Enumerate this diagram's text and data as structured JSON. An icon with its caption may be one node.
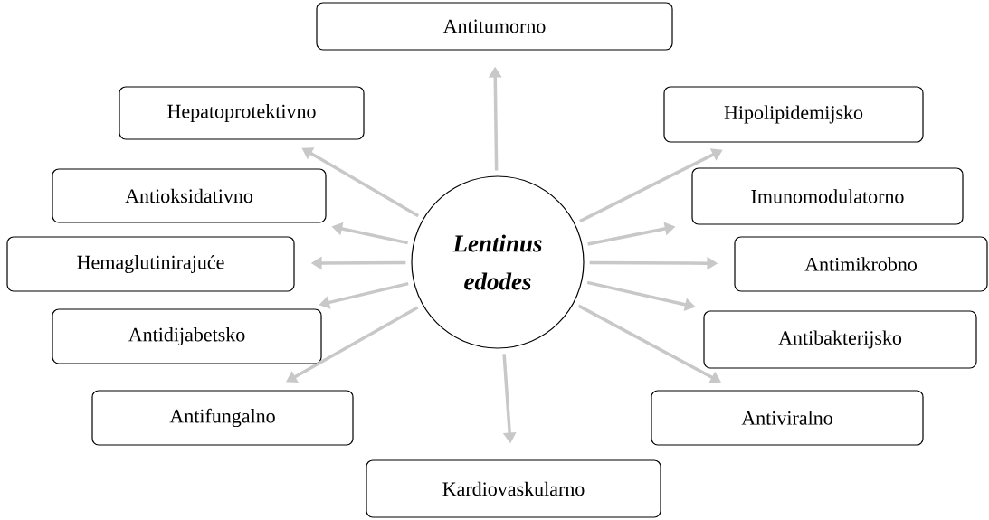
{
  "diagram": {
    "nodes": [
      {
        "text": [
          "Lentinus edodes"
        ]
      },
      {
        "text": [
          "Antitumorno"
        ]
      },
      {
        "text": [
          "Hepatoprotektivno"
        ]
      },
      {
        "text": [
          "Hipolipidemijsko"
        ]
      },
      {
        "text": [
          "Antioksidativno"
        ]
      },
      {
        "text": [
          "Imunomodulatorno"
        ]
      },
      {
        "text": [
          "Hemaglutinirajuće"
        ]
      },
      {
        "text": [
          "Antimikrobno"
        ]
      },
      {
        "text": [
          "Antidijabetsko"
        ]
      },
      {
        "text": [
          "Antibakterijsko"
        ]
      },
      {
        "text": [
          "Antifungalno"
        ]
      },
      {
        "text": [
          "Antiviralno"
        ]
      },
      {
        "text": [
          "Kardiovaskularno"
        ]
      }
    ],
    "edges": [
      {
        "from": 0,
        "to": 1,
        "arrow": "to"
      },
      {
        "from": 0,
        "to": 2,
        "arrow": "to"
      },
      {
        "from": 0,
        "to": 3,
        "arrow": "to"
      },
      {
        "from": 0,
        "to": 4,
        "arrow": "to"
      },
      {
        "from": 0,
        "to": 5,
        "arrow": "to"
      },
      {
        "from": 0,
        "to": 6,
        "arrow": "to"
      },
      {
        "from": 0,
        "to": 7,
        "arrow": "to"
      },
      {
        "from": 0,
        "to": 8,
        "arrow": "to"
      },
      {
        "from": 0,
        "to": 9,
        "arrow": "to"
      },
      {
        "from": 0,
        "to": 10,
        "arrow": "to"
      },
      {
        "from": 0,
        "to": 11,
        "arrow": "to"
      },
      {
        "from": 0,
        "to": 12,
        "arrow": "to"
      }
    ]
  }
}
